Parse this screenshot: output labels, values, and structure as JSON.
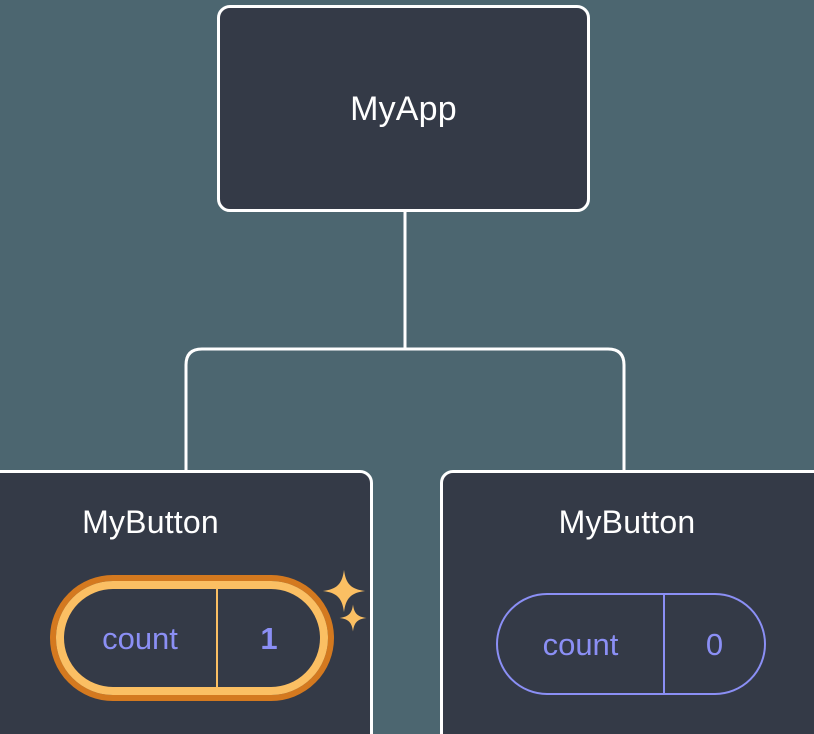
{
  "diagram": {
    "type": "component-tree",
    "title_visible": false,
    "colors": {
      "background": "#4c6670",
      "node_fill": "#343a47",
      "node_border": "#ffffff",
      "connector": "#ffffff",
      "state_accent": "#8b8ff5",
      "highlight_outer": "#d4791f",
      "highlight_inner": "#fbbf63",
      "sparkle": "#fbbf63"
    }
  },
  "root": {
    "label": "MyApp"
  },
  "children": [
    {
      "label": "MyButton",
      "state": {
        "key": "count",
        "value": "1"
      },
      "highlighted": true,
      "sparkles": [
        {
          "name": "sparkle-large"
        },
        {
          "name": "sparkle-small"
        }
      ]
    },
    {
      "label": "MyButton",
      "state": {
        "key": "count",
        "value": "0"
      },
      "highlighted": false
    }
  ]
}
